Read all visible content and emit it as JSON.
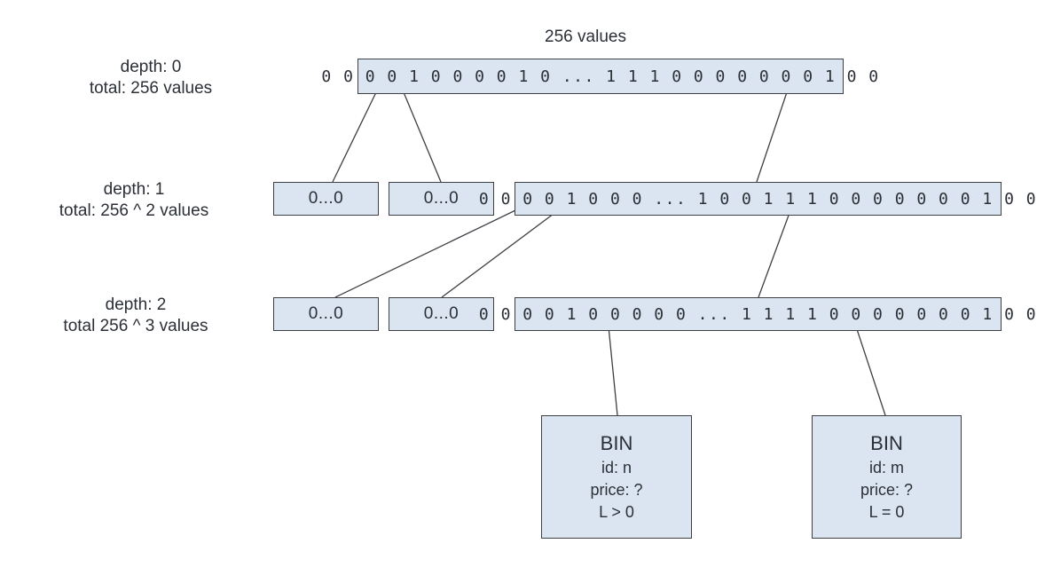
{
  "top_label": "256 values",
  "depths": [
    {
      "depth_line": "depth: 0",
      "total_line": "total: 256 values",
      "boxes": [
        {
          "text": "0 0 0 0 1 0 0 0 0 1 0  ...  1 1 1 0 0 0 0 0 0 0 1 0 0"
        }
      ]
    },
    {
      "depth_line": "depth: 1",
      "total_line": "total: 256 ^ 2 values",
      "boxes": [
        {
          "text": "0...0"
        },
        {
          "text": "0...0"
        },
        {
          "text": "0 0 0 0 1 0 0 0  ...  1 0 0 1 1 1 0 0 0 0 0 0 0 1 0 0"
        }
      ]
    },
    {
      "depth_line": "depth: 2",
      "total_line": "total 256 ^ 3 values",
      "boxes": [
        {
          "text": "0...0"
        },
        {
          "text": "0...0"
        },
        {
          "text": "0 0 0 0 1 0 0 0 0 0  ...  1 1 1 1 0 0 0 0 0 0 0 1 0 0"
        }
      ]
    }
  ],
  "bins": [
    {
      "title": "BIN",
      "id": "id: n",
      "price": "price: ?",
      "liquidity": "L > 0"
    },
    {
      "title": "BIN",
      "id": "id: m",
      "price": "price: ?",
      "liquidity": "L = 0"
    }
  ],
  "colors": {
    "box_fill": "#dbe5f1",
    "box_border": "#3c3f44",
    "text": "#2b2f36",
    "line": "#3c3f44"
  }
}
